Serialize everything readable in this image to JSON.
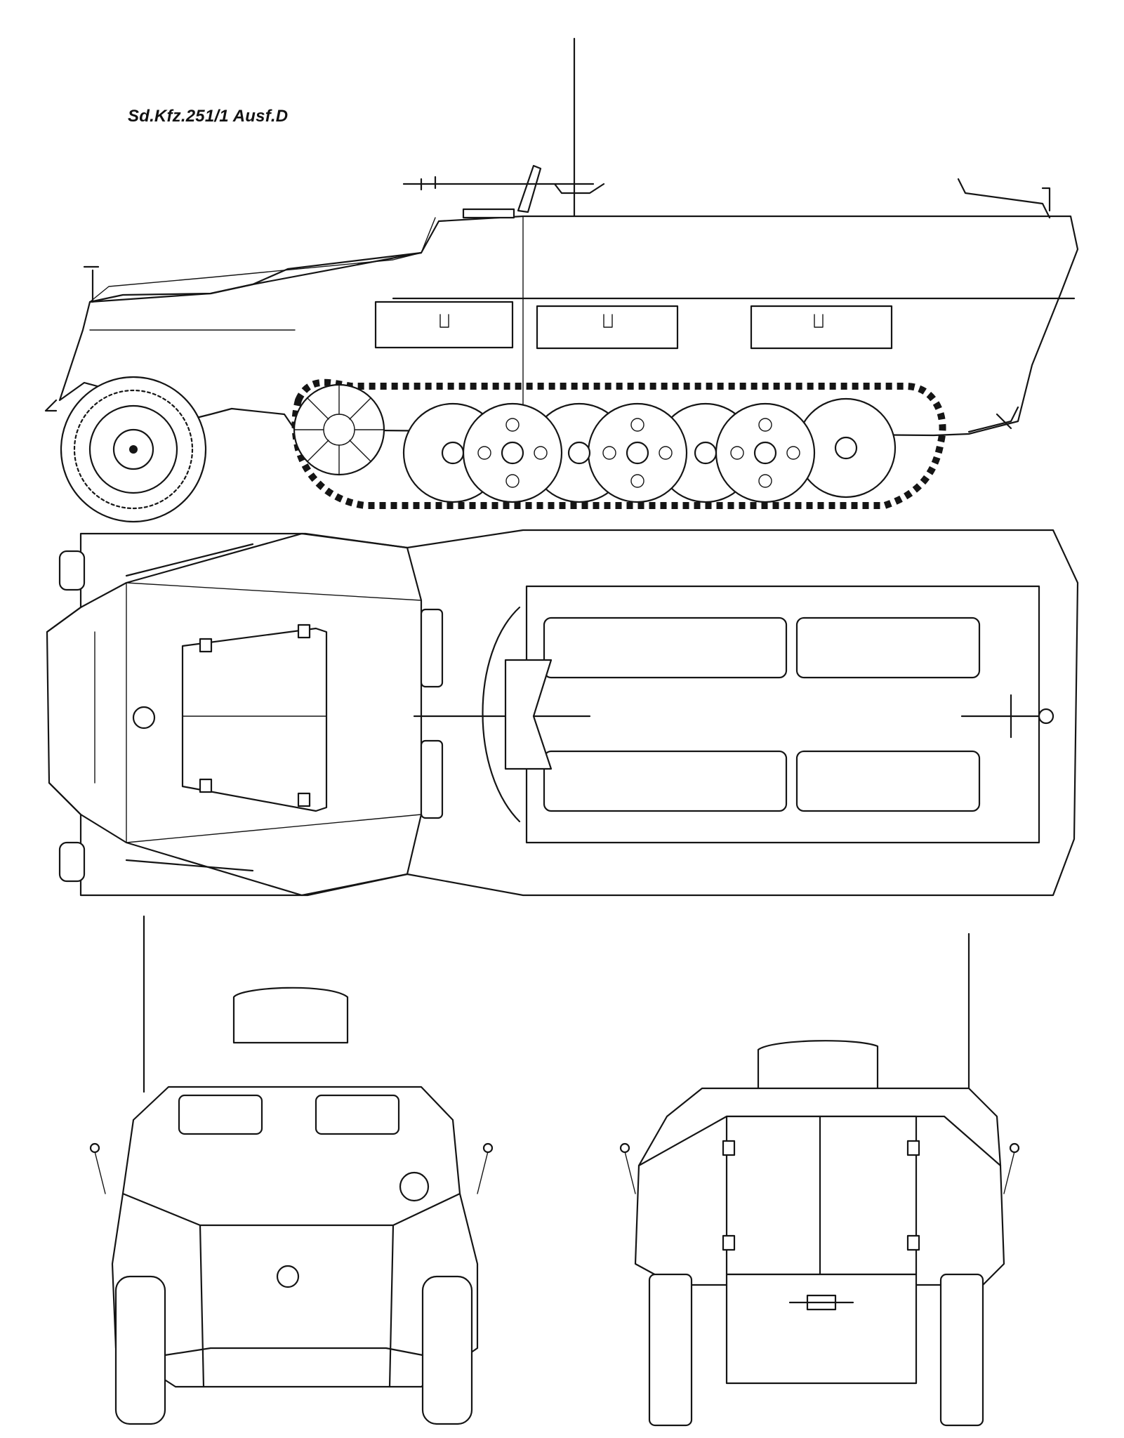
{
  "drawing": {
    "title": "Sd.Kfz.251/1 Ausf.D",
    "line_color": "#151515",
    "background_color": "#ffffff"
  },
  "views": [
    {
      "view": "side",
      "icon": "side-view-icon"
    },
    {
      "view": "top",
      "icon": "top-view-icon"
    },
    {
      "view": "front",
      "icon": "front-view-icon"
    },
    {
      "view": "rear",
      "icon": "rear-view-icon"
    }
  ]
}
